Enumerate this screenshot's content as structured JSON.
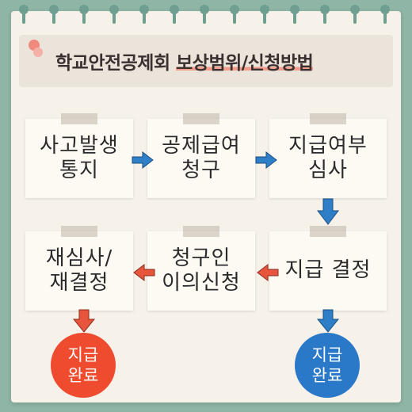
{
  "title": {
    "part1": "학교안전공제회",
    "part2": "보상범위/신청방법"
  },
  "steps": {
    "s1": {
      "line1": "사고발생",
      "line2": "통지"
    },
    "s2": {
      "line1": "공제급여",
      "line2": "청구"
    },
    "s3": {
      "line1": "지급여부",
      "line2": "심사"
    },
    "s4": {
      "line1": "지급 결정"
    },
    "s5": {
      "line1": "청구인",
      "line2": "이의신청"
    },
    "s6": {
      "line1": "재심사/",
      "line2": "재결정"
    }
  },
  "results": {
    "left": {
      "line1": "지급",
      "line2": "완료"
    },
    "right": {
      "line1": "지급",
      "line2": "완료"
    }
  },
  "colors": {
    "blue_arrow": "#2f7fc8",
    "red_arrow": "#e8553d",
    "left_circle": "#ee4b2f",
    "right_circle": "#2a78c8",
    "background": "#8fb5a6",
    "highlight": "#f39c8b"
  }
}
